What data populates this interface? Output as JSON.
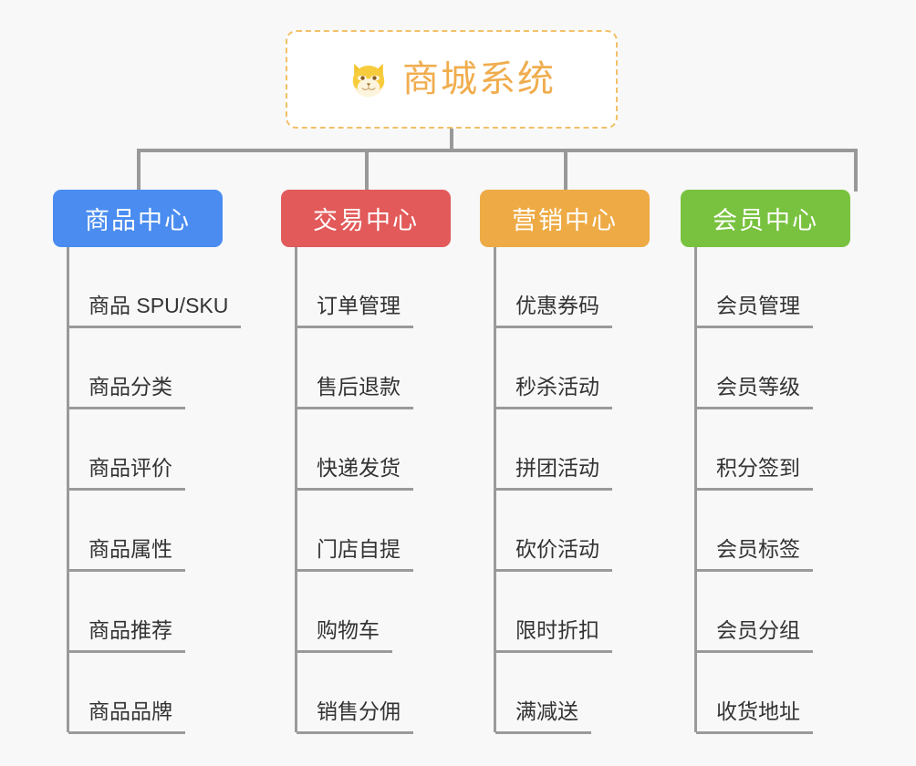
{
  "canvas": {
    "background_color": "#f8f8f8"
  },
  "root": {
    "title": "商城系统",
    "icon": "shiba-dog-face-icon",
    "text_color": "#f0ad4e",
    "border_color": "#f2c068",
    "background_color": "#ffffff"
  },
  "connector": {
    "color": "#999999"
  },
  "columns": [
    {
      "key": "product-center",
      "title": "商品中心",
      "color": "#4a8cf0",
      "items": [
        "商品 SPU/SKU",
        "商品分类",
        "商品评价",
        "商品属性",
        "商品推荐",
        "商品品牌"
      ]
    },
    {
      "key": "trade-center",
      "title": "交易中心",
      "color": "#e25a5a",
      "items": [
        "订单管理",
        "售后退款",
        "快递发货",
        "门店自提",
        "购物车",
        "销售分佣"
      ]
    },
    {
      "key": "marketing-center",
      "title": "营销中心",
      "color": "#eeaa44",
      "items": [
        "优惠券码",
        "秒杀活动",
        "拼团活动",
        "砍价活动",
        "限时折扣",
        "满减送"
      ]
    },
    {
      "key": "member-center",
      "title": "会员中心",
      "color": "#79c23f",
      "items": [
        "会员管理",
        "会员等级",
        "积分签到",
        "会员标签",
        "会员分组",
        "收货地址"
      ]
    }
  ]
}
